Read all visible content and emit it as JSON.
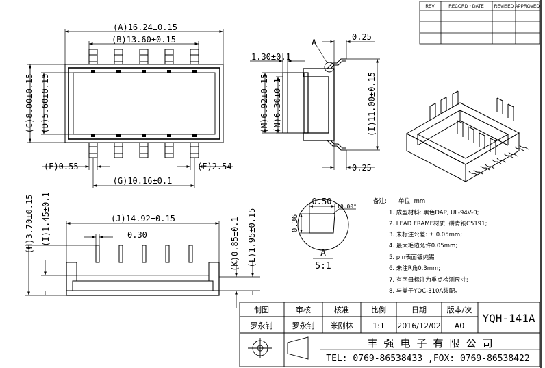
{
  "revision_table": {
    "headers": [
      "REV",
      "RECORD・DATE",
      "REVISED",
      "APPROVED"
    ]
  },
  "top_view": {
    "dim_a": "(A)16.24±0.15",
    "dim_b": "(B)13.60±0.15",
    "dim_c": "(C)8.00±0.15",
    "dim_d": "(D)5.60±0.15",
    "dim_e": "(E)0.55",
    "dim_f": "(F)2.54",
    "dim_g": "(G)10.16±0.1"
  },
  "side_view": {
    "dim_130": "1.30±0.1",
    "detail_marker": "A",
    "dim_025_top": "0.25",
    "dim_025_bottom": "0.25",
    "dim_m": "(M)6.92±0.15",
    "dim_n": "(N)6.30±0.1",
    "dim_i": "(I)11.00±0.15"
  },
  "front_view": {
    "dim_j": "(J)14.92±0.15",
    "dim_030": "0.30",
    "dim_h": "(H)3.70±0.15",
    "dim_i2": "(I)1.45±0.1",
    "dim_k": "(K)0.85±0.1",
    "dim_l": "(L)1.95±0.15"
  },
  "detail_view": {
    "dim_050": "0.50",
    "dim_angle": "10.00°",
    "dim_036": "0.36",
    "label": "A",
    "scale": "5:1"
  },
  "notes": {
    "title": "备注:",
    "unit": "单位: mm",
    "items": [
      "1. 成型材料: 黑色DAP, UL-94V-0;",
      "2. LEAD  FRAME材质: 磷青铜C5191;",
      "3. 未标注公差: ± 0.05mm;",
      "4. 最大毛边允许0.05mm;",
      "5. pin表面镀纯锡",
      "6. 未注R角0.3mm;",
      "7. 有字母标注为重点检测尺寸;",
      "8. 与盖子YQC-310A装配。"
    ]
  },
  "title_block": {
    "headers": [
      "制图",
      "审核",
      "核准",
      "比例",
      "日期",
      "版本/次"
    ],
    "values": [
      "罗永钊",
      "罗永钊",
      "米刚林",
      "1:1",
      "2016/12/02",
      "A0"
    ],
    "part_no": "YQH-141A",
    "company": "丰 强 电 子 有 限 公 司",
    "contact": "TEL: 0769-86538433 ,FOX: 0769-86538422"
  }
}
